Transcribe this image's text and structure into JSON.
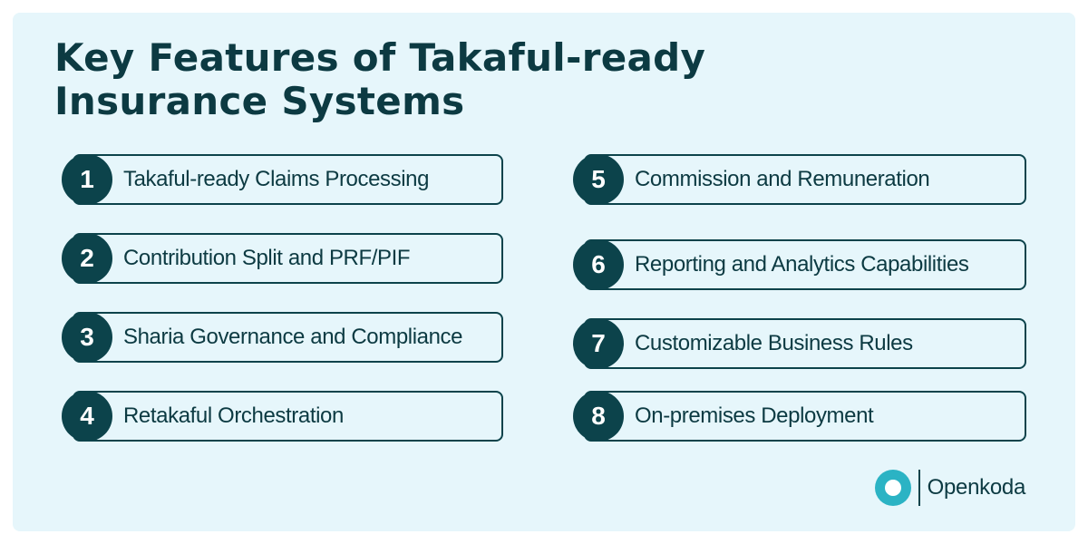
{
  "title": {
    "line1": "Key Features of Takaful-ready",
    "line2": "Insurance Systems"
  },
  "features": [
    {
      "number": "1",
      "label": "Takaful-ready Claims Processing"
    },
    {
      "number": "2",
      "label": "Contribution Split and PRF/PIF"
    },
    {
      "number": "3",
      "label": "Sharia Governance and Compliance"
    },
    {
      "number": "4",
      "label": "Retakaful Orchestration"
    },
    {
      "number": "5",
      "label": "Commission and Remuneration"
    },
    {
      "number": "6",
      "label": "Reporting and Analytics Capabilities"
    },
    {
      "number": "7",
      "label": "Customizable Business Rules"
    },
    {
      "number": "8",
      "label": "On-premises Deployment"
    }
  ],
  "logo": {
    "brand": "Openkoda",
    "icon": "openkoda-ring-icon"
  },
  "colors": {
    "background": "#e6f6fb",
    "primary": "#0c434b",
    "text": "#0c3a42",
    "logo_accent": "#2bb3c4"
  }
}
